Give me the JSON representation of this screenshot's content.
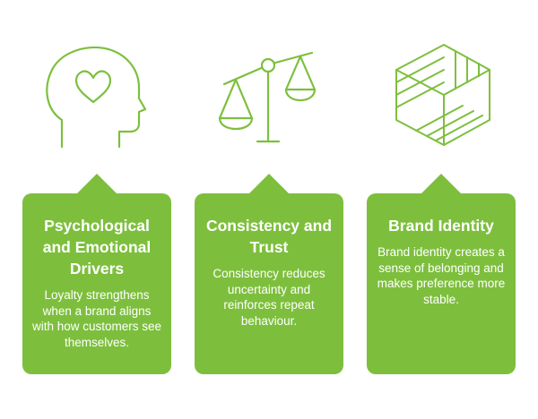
{
  "accent_color": "#7dbf3d",
  "background_color": "#ffffff",
  "cards": [
    {
      "icon": "head-heart-icon",
      "title": "Psychological and Emotional Drivers",
      "text": "Loyalty strengthens when a brand aligns with how customers see themselves."
    },
    {
      "icon": "balance-scale-icon",
      "title": "Consistency and Trust",
      "text": "Consistency reduces uncertainty and reinforces repeat behaviour."
    },
    {
      "icon": "parquet-cube-icon",
      "title": "Brand Identity",
      "text": "Brand identity creates a sense of belonging and makes preference more stable."
    }
  ]
}
